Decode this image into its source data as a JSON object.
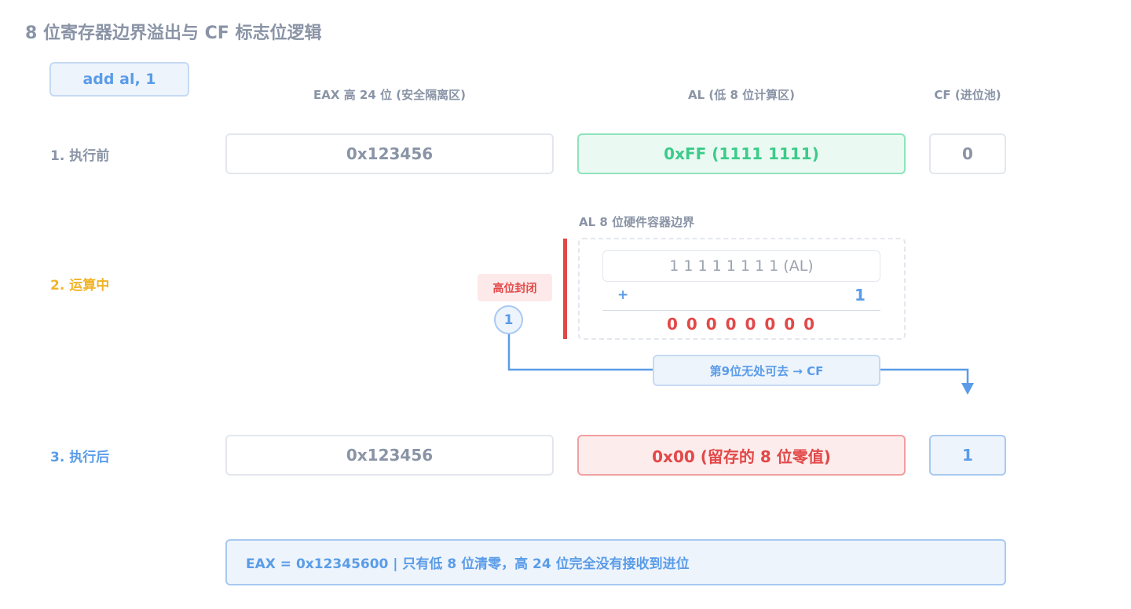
{
  "title": "8 位寄存器边界溢出与 CF 标志位逻辑",
  "instruction": "add al, 1",
  "columns": {
    "eax_high": "EAX 高 24 位 (安全隔离区)",
    "al": "AL (低 8 位计算区)",
    "cf": "CF (进位池)"
  },
  "rows": {
    "before": {
      "label": "1. 执行前",
      "eax_high": "0x123456",
      "al": "0xFF (1111 1111)",
      "cf": "0"
    },
    "during": {
      "label": "2. 运算中",
      "boundary_label": "AL 8 位硬件容器边界",
      "operand": "1 1 1 1 1 1 1 1 (AL)",
      "plus": "+",
      "addend": "1",
      "result": "0 0 0 0 0 0 0 0",
      "seal_badge": "高位封闭",
      "carry_bit": "1",
      "carry_note": "第9位无处可去 → CF"
    },
    "after": {
      "label": "3. 执行后",
      "eax_high": "0x123456",
      "al": "0x00 (留存的 8 位零值)",
      "cf": "1"
    }
  },
  "summary": "EAX = 0x12345600 | 只有低 8 位清零，高 24 位完全没有接收到进位",
  "colors": {
    "muted": "#8a94a6",
    "accent_blue": "#5a9ce8",
    "green": "#3ccb8a",
    "red": "#e24848",
    "amber": "#f0b429"
  }
}
